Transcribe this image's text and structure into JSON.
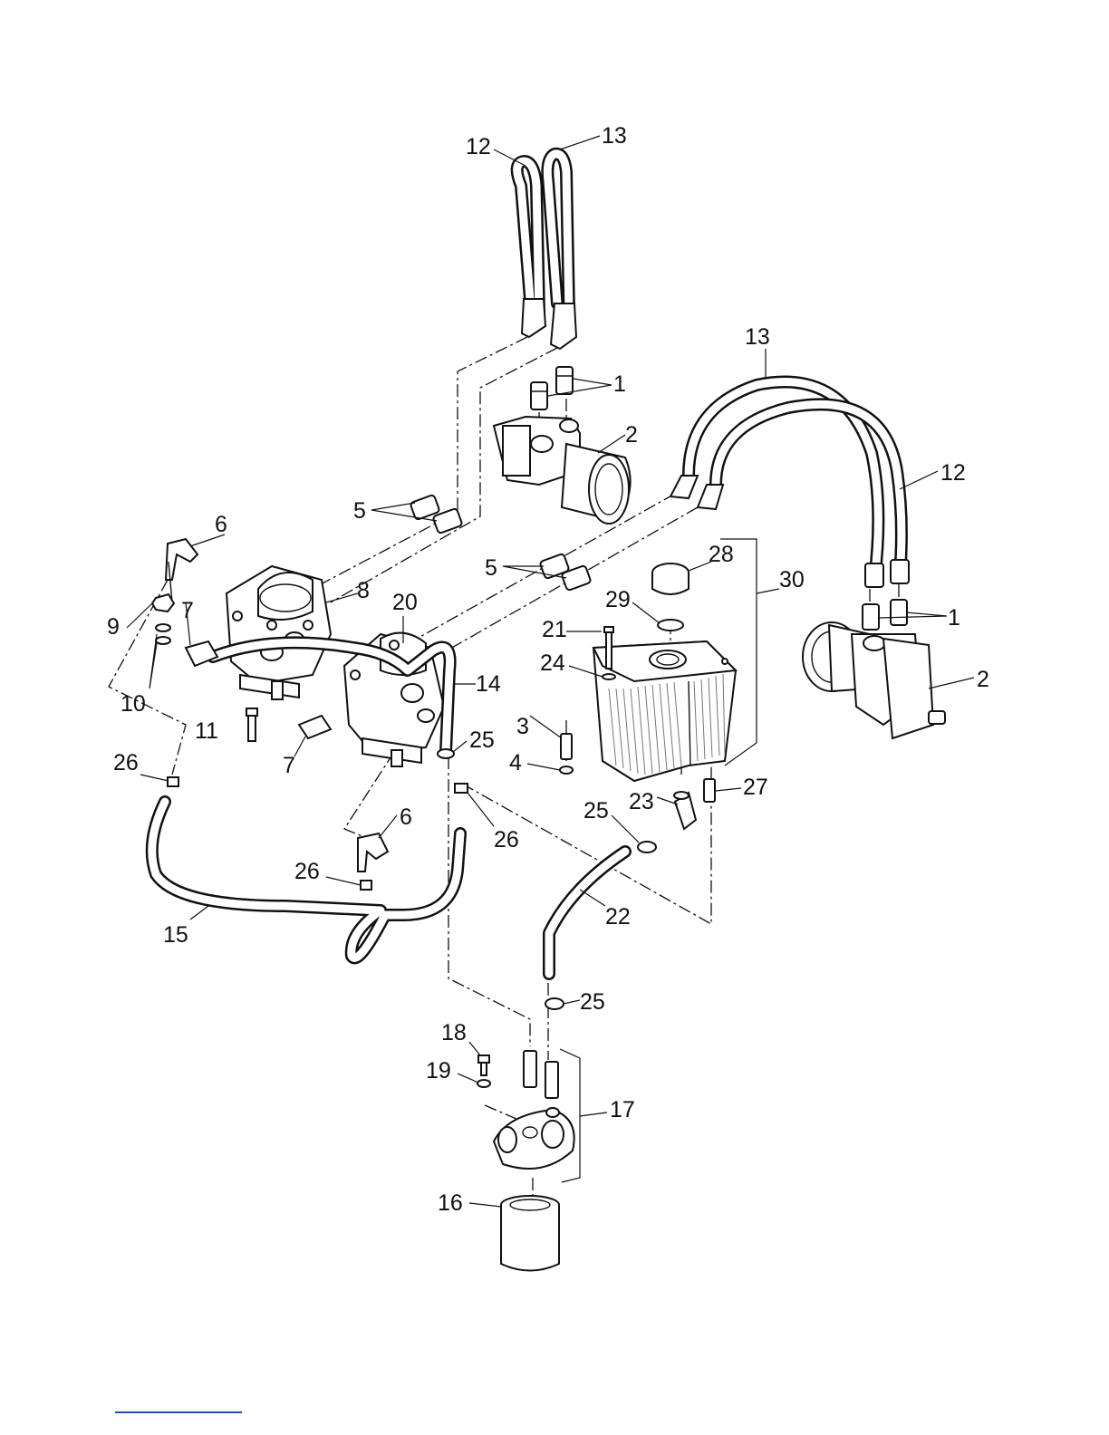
{
  "callouts": {
    "c1a": "1",
    "c1b": "1",
    "c2a": "2",
    "c2b": "2",
    "c3": "3",
    "c4": "4",
    "c5a": "5",
    "c5b": "5",
    "c6a": "6",
    "c6b": "6",
    "c7a": "7",
    "c7b": "7",
    "c8": "8",
    "c9": "9",
    "c10": "10",
    "c11": "11",
    "c12a": "12",
    "c12b": "12",
    "c13a": "13",
    "c13b": "13",
    "c14": "14",
    "c15": "15",
    "c16": "16",
    "c17": "17",
    "c18": "18",
    "c19": "19",
    "c20": "20",
    "c21": "21",
    "c22": "22",
    "c23": "23",
    "c24": "24",
    "c25a": "25",
    "c25b": "25",
    "c25c": "25",
    "c26a": "26",
    "c26b": "26",
    "c26c": "26",
    "c27": "27",
    "c28": "28",
    "c29": "29",
    "c30": "30"
  }
}
